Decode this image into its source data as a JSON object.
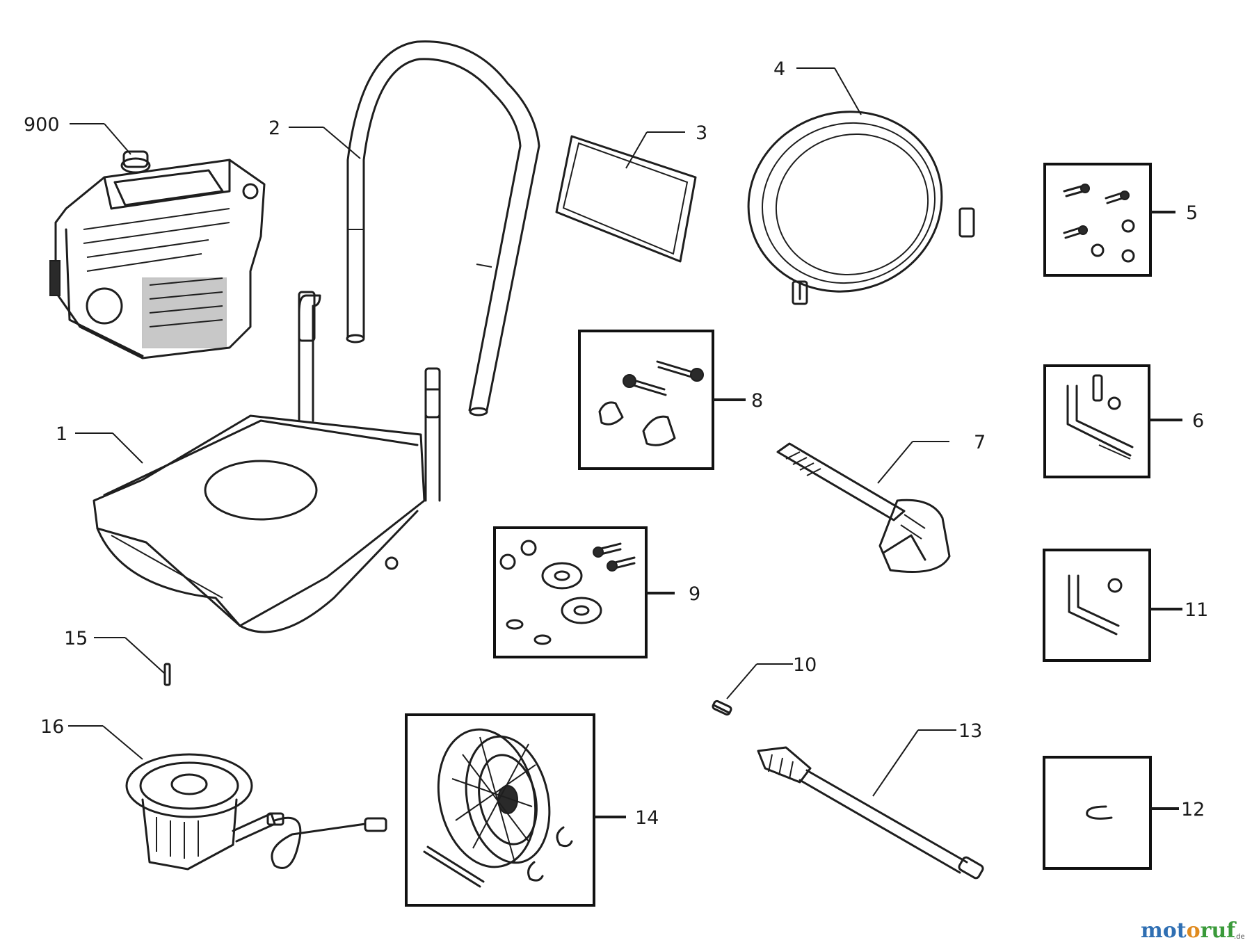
{
  "diagram": {
    "callouts": {
      "c900": "900",
      "c1": "1",
      "c2": "2",
      "c3": "3",
      "c4": "4",
      "c5": "5",
      "c6": "6",
      "c7": "7",
      "c8": "8",
      "c9": "9",
      "c10": "10",
      "c11": "11",
      "c12": "12",
      "c13": "13",
      "c14": "14",
      "c15": "15",
      "c16": "16"
    }
  },
  "watermark": {
    "text_a": "mot",
    "text_b": "o",
    "text_c": "ruf",
    "suffix": ".de",
    "colors": {
      "primary": "#2f6fb3",
      "accent": "#e08a1e",
      "tertiary": "#3a9a3a"
    }
  }
}
